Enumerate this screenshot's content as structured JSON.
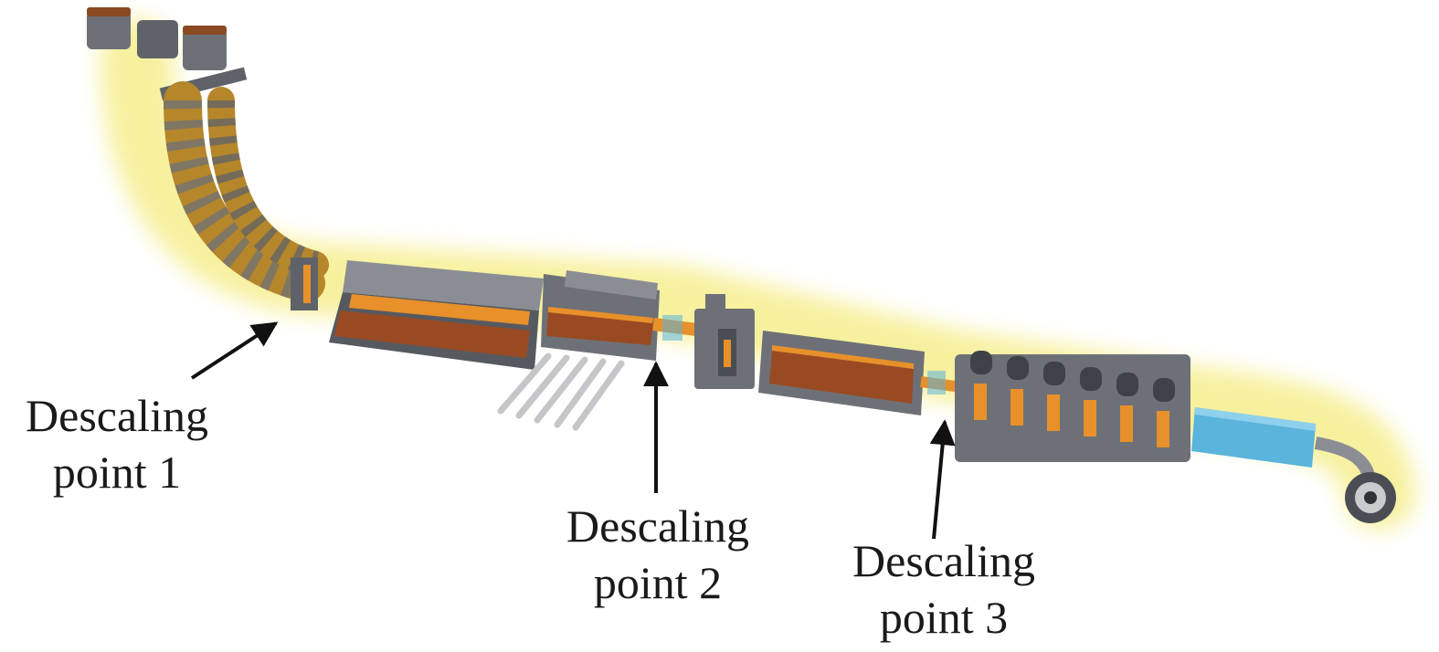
{
  "labels": [
    {
      "line1": "Descaling",
      "line2": "point 1"
    },
    {
      "line1": "Descaling",
      "line2": "point 2"
    },
    {
      "line1": "Descaling",
      "line2": "point 3"
    }
  ],
  "colors": {
    "glow": "#f6ee8e",
    "steel": "#6d7177",
    "steel_dark": "#4a4e54",
    "copper": "#9a4a22",
    "orange": "#e8902a",
    "blue": "#5ab4dc",
    "arrow": "#111111"
  }
}
